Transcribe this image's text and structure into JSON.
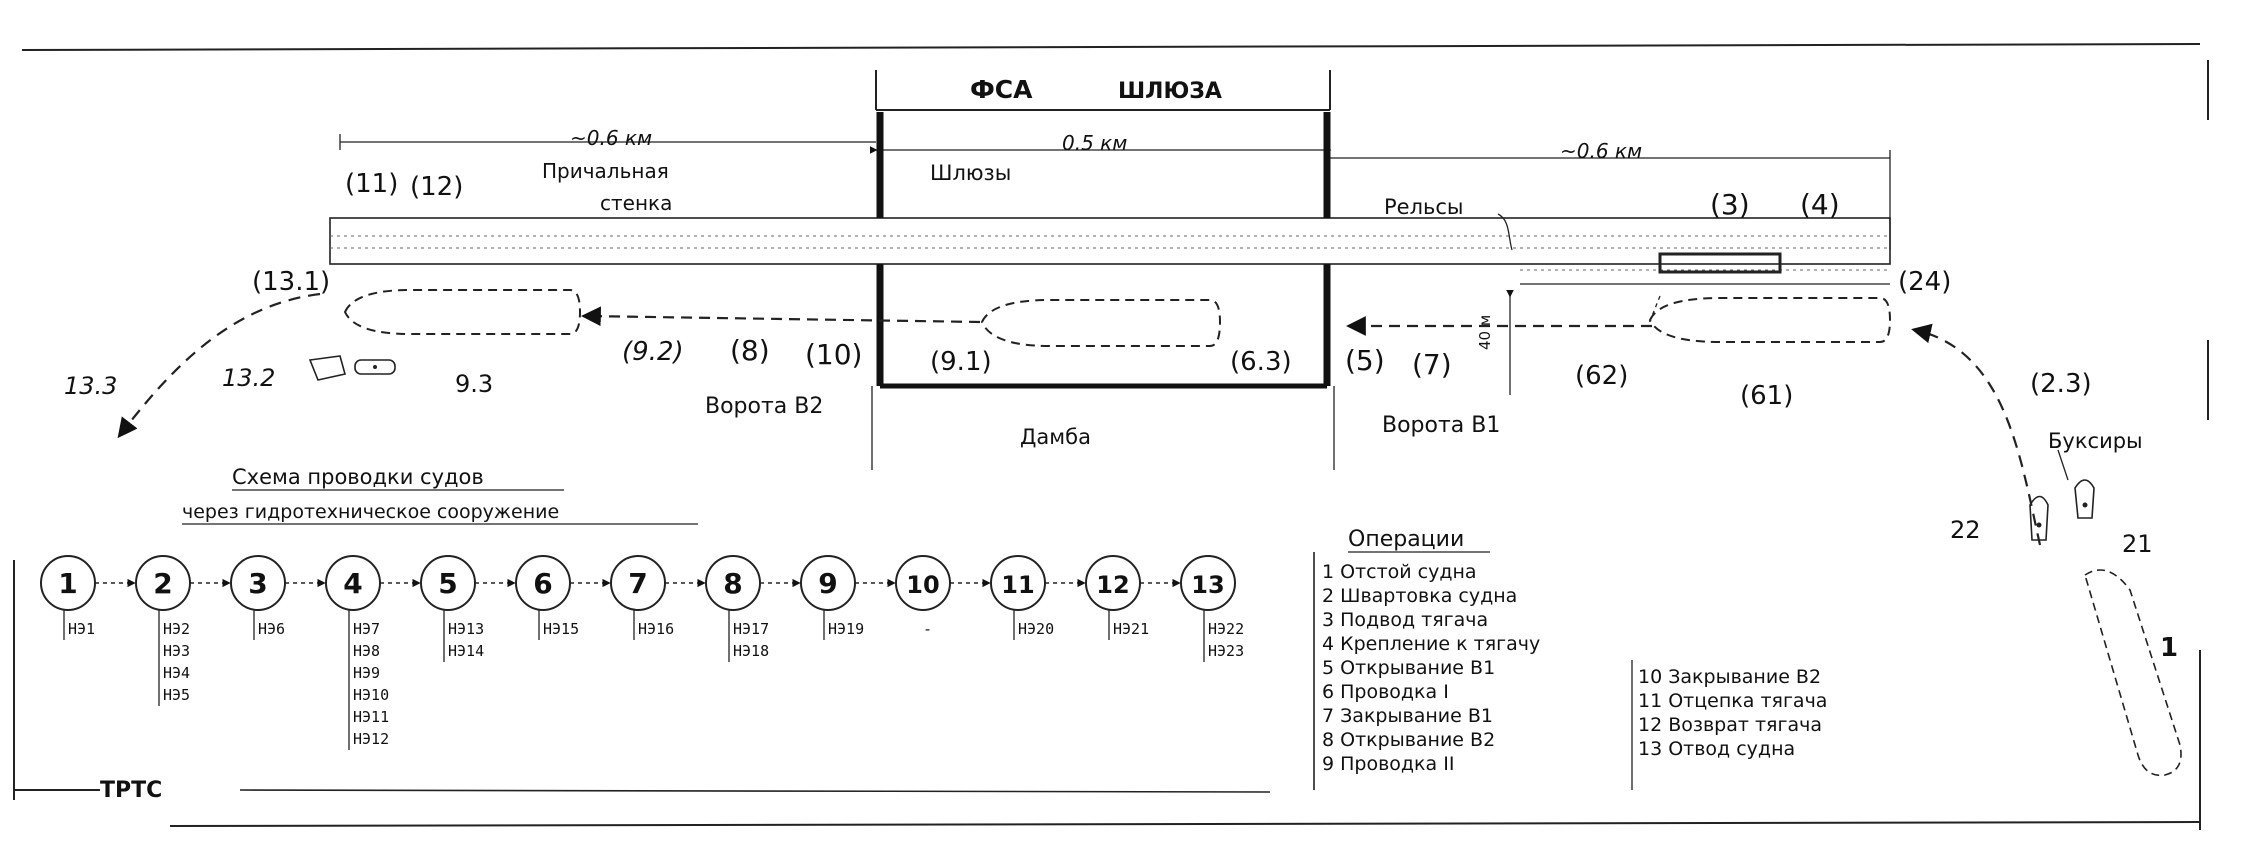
{
  "header": {
    "fsa": "ФСА",
    "lock": "ШЛЮЗА",
    "dist_left": "~0.6 км",
    "dist_mid": "0.5 км",
    "dist_right": "~0.6 км",
    "mooring_wall_1": "Причальная",
    "mooring_wall_2": "стенка",
    "locks": "Шлюзы",
    "rails": "Рельсы",
    "depth": "40 м",
    "dam": "Дамба",
    "gate_b2": "Ворота В2",
    "gate_b1": "Ворота В1",
    "tugs": "Буксиры"
  },
  "markers": {
    "m11": "(11)",
    "m12": "(12)",
    "m3": "(3)",
    "m4": "(4)",
    "m24": "(24)",
    "m131": "(13.1)",
    "m133": "13.3",
    "m132": "13.2",
    "m93": "9.3",
    "m92": "(9.2)",
    "m8": "(8)",
    "m10": "(10)",
    "m91": "(9.1)",
    "m63": "(6.3)",
    "m5": "(5)",
    "m7": "(7)",
    "m62": "(62)",
    "m61": "(61)",
    "m23": "(2.3)",
    "m22": "22",
    "m21": "21",
    "m1": "1"
  },
  "scheme": {
    "title_1": "Схема проводки судов",
    "title_2": "через гидротехническое сооружение",
    "footer": "ТРТС",
    "steps": [
      {
        "num": "1",
        "subs": [
          "НЭ1"
        ]
      },
      {
        "num": "2",
        "subs": [
          "НЭ2",
          "НЭ3",
          "НЭ4",
          "НЭ5"
        ]
      },
      {
        "num": "3",
        "subs": [
          "НЭ6"
        ]
      },
      {
        "num": "4",
        "subs": [
          "НЭ7",
          "НЭ8",
          "НЭ9",
          "НЭ10",
          "НЭ11",
          "НЭ12"
        ]
      },
      {
        "num": "5",
        "subs": [
          "НЭ13",
          "НЭ14"
        ]
      },
      {
        "num": "6",
        "subs": [
          "НЭ15"
        ]
      },
      {
        "num": "7",
        "subs": [
          "НЭ16"
        ]
      },
      {
        "num": "8",
        "subs": [
          "НЭ17",
          "НЭ18"
        ]
      },
      {
        "num": "9",
        "subs": [
          "НЭ19"
        ]
      },
      {
        "num": "10",
        "subs": [
          "-"
        ]
      },
      {
        "num": "11",
        "subs": [
          "НЭ20"
        ]
      },
      {
        "num": "12",
        "subs": [
          "НЭ21"
        ]
      },
      {
        "num": "13",
        "subs": [
          "НЭ22",
          "НЭ23"
        ]
      }
    ]
  },
  "operations": {
    "title": "Операции",
    "col1": [
      "1 Отстой судна",
      "2 Швартовка судна",
      "3 Подвод тягача",
      "4 Крепление к тягачу",
      "5 Открывание В1",
      "6 Проводка I",
      "7 Закрывание В1",
      "8 Открывание В2",
      "9 Проводка II"
    ],
    "col2": [
      "10 Закрывание В2",
      "11 Отцепка тягача",
      "12 Возврат тягача",
      "13 Отвод судна"
    ]
  }
}
